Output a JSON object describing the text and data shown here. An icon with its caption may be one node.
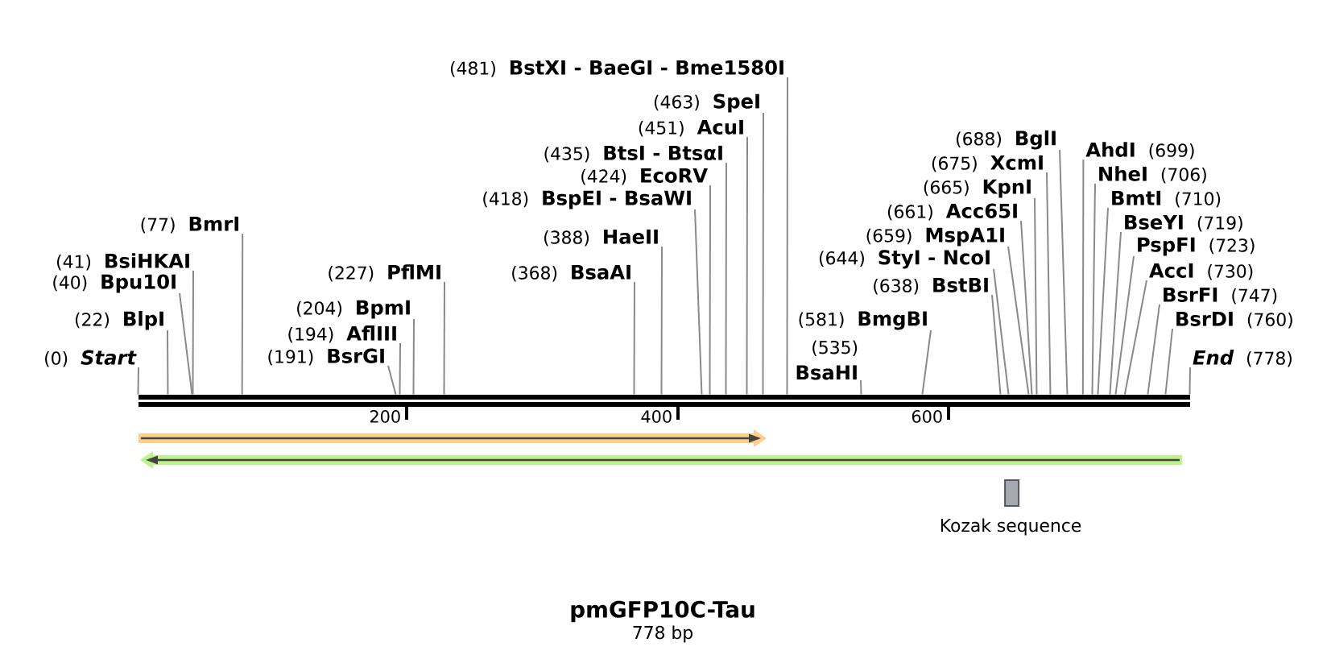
{
  "diagram": {
    "title": "pmGFP10C-Tau",
    "nodes": [
      {
        "text": [
          "(0)",
          "Start"
        ]
      },
      {
        "text": [
          "(22)",
          "BlpI"
        ]
      },
      {
        "text": [
          "(40)",
          "Bpu10I"
        ]
      },
      {
        "text": [
          "(41)",
          "BsiHKAI"
        ]
      },
      {
        "text": [
          "(77)",
          "BmrI"
        ]
      },
      {
        "text": [
          "(191)",
          "BsrGI"
        ]
      },
      {
        "text": [
          "(194)",
          "AflIII"
        ]
      },
      {
        "text": [
          "(204)",
          "BpmI"
        ]
      },
      {
        "text": [
          "(227)",
          "PflMI"
        ]
      },
      {
        "text": [
          "(368)",
          "BsaAI"
        ]
      },
      {
        "text": [
          "(388)",
          "HaeII"
        ]
      },
      {
        "text": [
          "(418)",
          "BspEI - BsaWI"
        ]
      },
      {
        "text": [
          "(424)",
          "EcoRV"
        ]
      },
      {
        "text": [
          "(435)",
          "BtsI - BtsαI"
        ]
      },
      {
        "text": [
          "(451)",
          "AcuI"
        ]
      },
      {
        "text": [
          "(463)",
          "SpeI"
        ]
      },
      {
        "text": [
          "(481)",
          "BstXI - BaeGI - Bme1580I"
        ]
      },
      {
        "text": [
          "(535)",
          "BsaHI"
        ]
      },
      {
        "text": [
          "(581)",
          "BmgBI"
        ]
      },
      {
        "text": [
          "(638)",
          "BstBI"
        ]
      },
      {
        "text": [
          "(644)",
          "StyI - NcoI"
        ]
      },
      {
        "text": [
          "(659)",
          "MspA1I"
        ]
      },
      {
        "text": [
          "(661)",
          "Acc65I"
        ]
      },
      {
        "text": [
          "(665)",
          "KpnI"
        ]
      },
      {
        "text": [
          "(675)",
          "XcmI"
        ]
      },
      {
        "text": [
          "(688)",
          "BglI"
        ]
      },
      {
        "text": [
          "AhdI",
          "(699)"
        ]
      },
      {
        "text": [
          "NheI",
          "(706)"
        ]
      },
      {
        "text": [
          "BmtI",
          "(710)"
        ]
      },
      {
        "text": [
          "BseYI",
          "(719)"
        ]
      },
      {
        "text": [
          "PspFI",
          "(723)"
        ]
      },
      {
        "text": [
          "AccI",
          "(730)"
        ]
      },
      {
        "text": [
          "BsrFI",
          "(747)"
        ]
      },
      {
        "text": [
          "BsrDI",
          "(760)"
        ]
      },
      {
        "text": [
          "End",
          "(778)"
        ]
      },
      {
        "text": [],
        "shape": "bar"
      },
      {
        "text": [
          "Kozak sequence"
        ]
      }
    ],
    "edges": [
      {
        "from": 0,
        "to": 35,
        "arrow": "none"
      },
      {
        "from": 1,
        "to": 35,
        "arrow": "none"
      },
      {
        "from": 2,
        "to": 35,
        "arrow": "none"
      },
      {
        "from": 3,
        "to": 35,
        "arrow": "none"
      },
      {
        "from": 4,
        "to": 35,
        "arrow": "none"
      },
      {
        "from": 5,
        "to": 35,
        "arrow": "none"
      },
      {
        "from": 6,
        "to": 35,
        "arrow": "none"
      },
      {
        "from": 7,
        "to": 35,
        "arrow": "none"
      },
      {
        "from": 8,
        "to": 35,
        "arrow": "none"
      },
      {
        "from": 9,
        "to": 35,
        "arrow": "none"
      },
      {
        "from": 10,
        "to": 35,
        "arrow": "none"
      },
      {
        "from": 11,
        "to": 35,
        "arrow": "none"
      },
      {
        "from": 12,
        "to": 35,
        "arrow": "none"
      },
      {
        "from": 13,
        "to": 35,
        "arrow": "none"
      },
      {
        "from": 14,
        "to": 35,
        "arrow": "none"
      },
      {
        "from": 15,
        "to": 35,
        "arrow": "none"
      },
      {
        "from": 16,
        "to": 35,
        "arrow": "none"
      },
      {
        "from": 17,
        "to": 35,
        "arrow": "none"
      },
      {
        "from": 18,
        "to": 35,
        "arrow": "none"
      },
      {
        "from": 19,
        "to": 35,
        "arrow": "none"
      },
      {
        "from": 20,
        "to": 35,
        "arrow": "none"
      },
      {
        "from": 21,
        "to": 35,
        "arrow": "none"
      },
      {
        "from": 22,
        "to": 35,
        "arrow": "none"
      },
      {
        "from": 23,
        "to": 35,
        "arrow": "none"
      },
      {
        "from": 24,
        "to": 35,
        "arrow": "none"
      },
      {
        "from": 25,
        "to": 35,
        "arrow": "none"
      },
      {
        "from": 26,
        "to": 35,
        "arrow": "none"
      },
      {
        "from": 27,
        "to": 35,
        "arrow": "none"
      },
      {
        "from": 28,
        "to": 35,
        "arrow": "none"
      },
      {
        "from": 29,
        "to": 35,
        "arrow": "none"
      },
      {
        "from": 30,
        "to": 35,
        "arrow": "none"
      },
      {
        "from": 31,
        "to": 35,
        "arrow": "none"
      },
      {
        "from": 32,
        "to": 35,
        "arrow": "none"
      },
      {
        "from": 33,
        "to": 35,
        "arrow": "none"
      },
      {
        "from": 34,
        "to": 35,
        "arrow": "none"
      }
    ],
    "labels": [
      "200",
      "400",
      "600",
      "778 bp"
    ]
  }
}
